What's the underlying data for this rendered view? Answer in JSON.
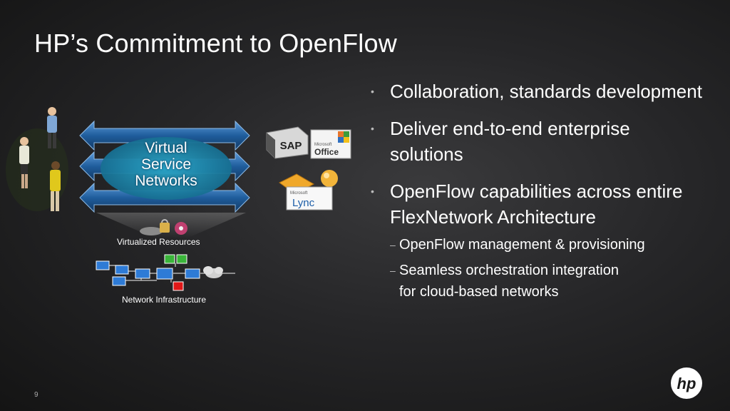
{
  "slide": {
    "title": "HP’s Commitment to OpenFlow",
    "page_number": "9",
    "bullets": [
      {
        "text": "Collaboration, standards development"
      },
      {
        "text": "Deliver end-to-end enterprise solutions"
      },
      {
        "text": "OpenFlow capabilities across entire FlexNetwork Architecture"
      }
    ],
    "sub_bullets": [
      {
        "text": "OpenFlow management & provisioning"
      },
      {
        "text": "Seamless orchestration integration for cloud-based networks"
      }
    ]
  },
  "diagram": {
    "vsn_line1": "Virtual",
    "vsn_line2": "Service",
    "vsn_line3": "Networks",
    "virtualized_resources_label": "Virtualized Resources",
    "network_infrastructure_label": "Network Infrastructure",
    "app_sap_label": "SAP",
    "app_office_brand": "Microsoft",
    "app_office_label": "Office",
    "app_lync_brand": "Microsoft",
    "app_lync_label": "Lync"
  },
  "logo": {
    "text": "hp"
  },
  "colors": {
    "background": "#262628",
    "arrow_blue": "#1f5d9c",
    "vsn_ellipse": "#1e8ab0",
    "switch_blue": "#2e7bd6",
    "green_node": "#3ab53a",
    "red_node": "#e01818"
  }
}
